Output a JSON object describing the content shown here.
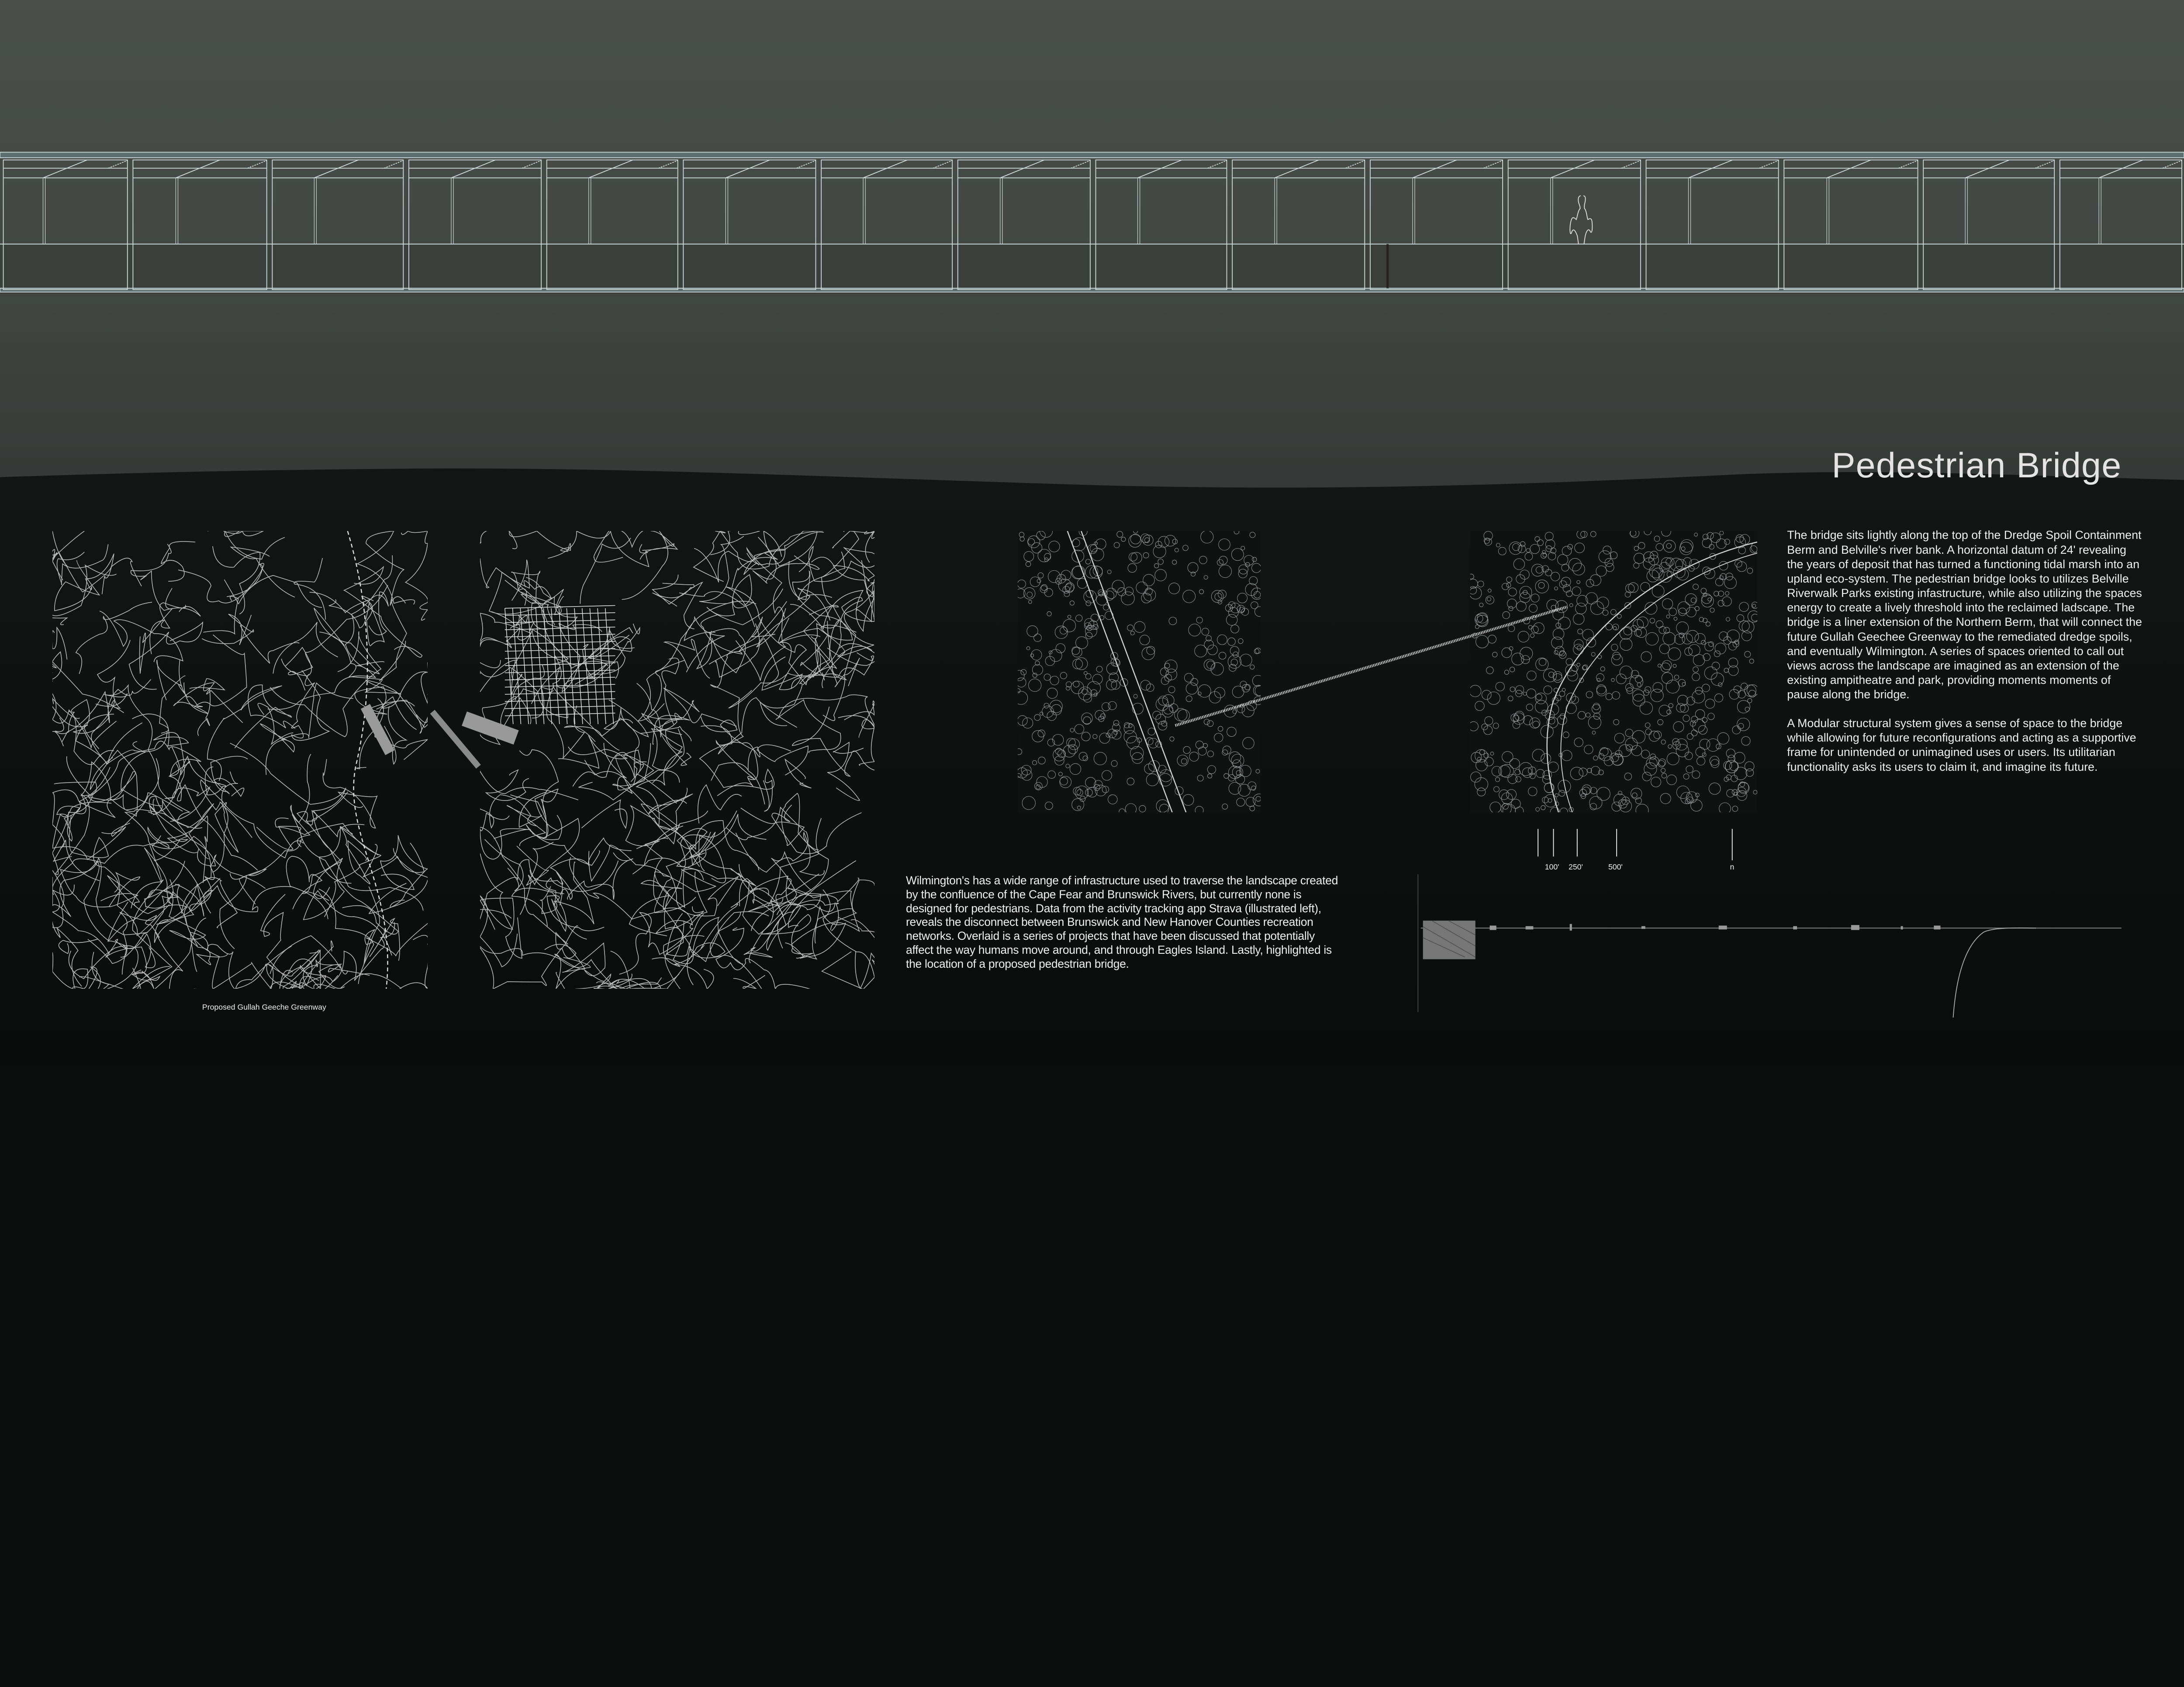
{
  "title": "Pedestrian Bridge",
  "description_right": [
    "The bridge sits lightly along the top of the Dredge Spoil Containment Berm and Belville's river bank. A horizontal datum of 24' revealing the years of deposit that has turned a functioning tidal marsh into an upland eco-system. The pedestrian bridge looks to utilizes Belville Riverwalk Parks existing infastructure, while also utilizing the spaces energy to create a lively threshold into the reclaimed ladscape. The bridge is a liner extension of the Northern Berm, that will connect the future Gullah Geechee Greenway to the remediated dredge spoils, and eventually Wilmington. A series of spaces oriented to call out views across the landscape are imagined as an extension of the existing ampitheatre and park, providing moments moments of pause along the bridge.",
    "A Modular structural system gives a sense of space to the bridge while allowing for future reconfigurations and acting as a supportive frame for unintended or unimagined uses or users. Its utilitarian functionality asks its users to claim it, and imagine its future."
  ],
  "description_mid": "Wilmington's has a wide range of infrastructure used to traverse the landscape created by the confluence of the Cape Fear and Brunswick Rivers, but currently none is designed for pedestrians. Data from the activity tracking app Strava (illustrated left), reveals the disconnect between Brunswick and New Hanover Counties recreation networks. Overlaid is a series of projects that have been discussed that potentially affect the way humans move around, and through Eagles Island. Lastly, highlighted is the location of a proposed pedestrian bridge.",
  "map_label": "Proposed Gullah Geeche Greenway",
  "scale": {
    "labels": [
      "100'",
      "250'",
      "500'"
    ],
    "north": "n"
  },
  "colors": {
    "top_band": "#474c48",
    "bottom_band": "#0c0d0d",
    "line": "#e8eeee",
    "frame": "#8fa3a5"
  }
}
